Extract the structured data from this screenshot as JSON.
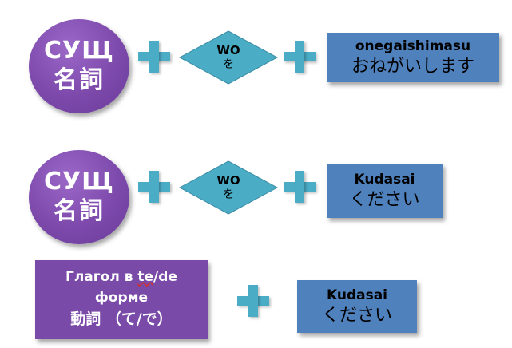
{
  "row1": {
    "circle": {
      "line1": "СУЩ",
      "line2": "名詞"
    },
    "diamond": {
      "romaji": "WO",
      "kana": "を"
    },
    "box": {
      "romaji": "onegaishimasu",
      "kana": "おねがいします"
    }
  },
  "row2": {
    "circle": {
      "line1": "СУЩ",
      "line2": "名詞"
    },
    "diamond": {
      "romaji": "WO",
      "kana": "を"
    },
    "box": {
      "romaji": "Kudasai",
      "kana": "ください"
    }
  },
  "row3": {
    "rect": {
      "line1_prefix": "Глагол в ",
      "line1_te": "te",
      "line1_suffix": "/de",
      "line2": "форме",
      "line3": "動詞 （て/で）"
    },
    "box": {
      "romaji": "Kudasai",
      "kana": "ください"
    }
  },
  "colors": {
    "purple": "#7d4aac",
    "plus": "#4bacc6",
    "diamond": "#4bacc6",
    "box": "#4f81bd"
  }
}
